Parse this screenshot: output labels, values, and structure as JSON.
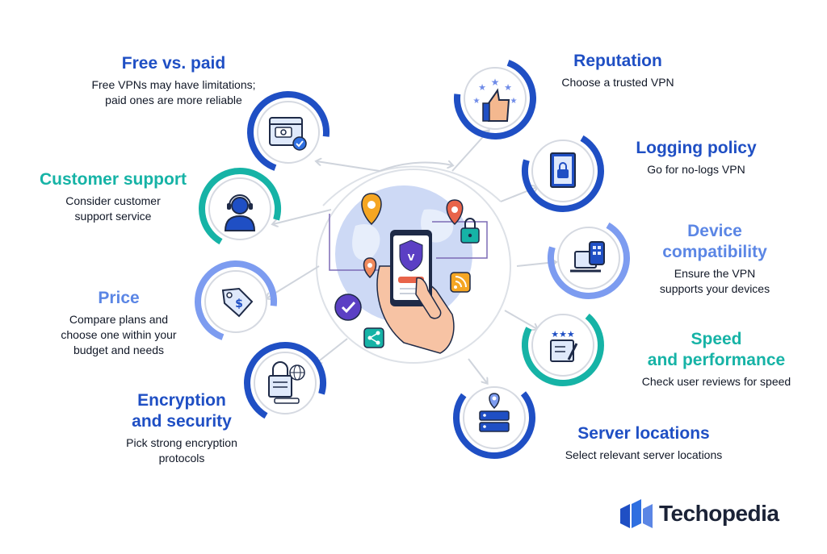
{
  "left": [
    {
      "title": "Free vs. paid",
      "desc": "Free VPNs may have limitations;\npaid ones are more reliable",
      "icon": "browser-payment-icon"
    },
    {
      "title": "Customer support",
      "desc": "Consider customer\nsupport service",
      "icon": "headset-agent-icon"
    },
    {
      "title": "Price",
      "desc": "Compare plans and\nchoose one within your\nbudget and needs",
      "icon": "price-tag-icon"
    },
    {
      "title": "Encryption\nand security",
      "desc": "Pick strong encryption\nprotocols",
      "icon": "lock-globe-document-icon"
    }
  ],
  "right": [
    {
      "title": "Reputation",
      "desc": "Choose a trusted VPN",
      "icon": "thumbs-up-stars-icon"
    },
    {
      "title": "Logging policy",
      "desc": "Go for no-logs VPN",
      "icon": "locked-document-icon"
    },
    {
      "title": "Device\ncompatibility",
      "desc": "Ensure the VPN\nsupports your devices",
      "icon": "devices-icon"
    },
    {
      "title": "Speed\nand performance",
      "desc": "Check user reviews for speed",
      "icon": "rating-review-icon"
    },
    {
      "title": "Server locations",
      "desc": "Select relevant server locations",
      "icon": "server-location-icon"
    }
  ],
  "center": {
    "shield_letter": "V",
    "icon": "phone-vpn-icon"
  },
  "brand": {
    "name": "Techopedia"
  },
  "colors": {
    "dark_blue": "#1f4fc4",
    "teal": "#16b3a6",
    "light_blue": "#7d9cf0",
    "ring_gray": "#d5d9e1"
  }
}
